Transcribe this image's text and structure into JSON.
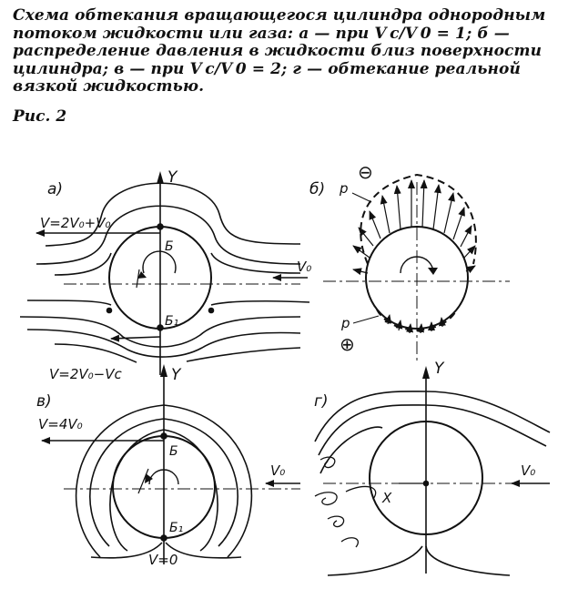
{
  "caption": "Схема обтекания вращающегося цилиндра однородным потоком жидкости или газа: а — при V c/V 0 = 1; б — распределение давления в жидкости близ поверхности цилиндра; в — при V c/V 0 = 2; г — обтекание реальной вязкой жидкостью.",
  "figure_number": "Рис. 2",
  "panels": {
    "a": {
      "tag": "а)",
      "axis_y": "Y",
      "velocity_top": "V=2V₀+V₀",
      "velocity_incoming": "V₀",
      "point_top": "Б",
      "point_bottom": "Б₁",
      "velocity_bottom": "V=2V₀−Vc"
    },
    "b": {
      "tag": "б)",
      "pressure_top": "p",
      "sign_top": "⊖",
      "pressure_bottom": "p",
      "sign_bottom": "⊕"
    },
    "v": {
      "tag": "в)",
      "axis_y": "Y",
      "velocity_top": "V=4V₀",
      "velocity_incoming": "V₀",
      "point_top": "Б",
      "point_bottom": "Б₁",
      "velocity_bottom": "V=0"
    },
    "g": {
      "tag": "г)",
      "axis_y": "Y",
      "axis_x": "X",
      "velocity_incoming": "V₀"
    }
  }
}
